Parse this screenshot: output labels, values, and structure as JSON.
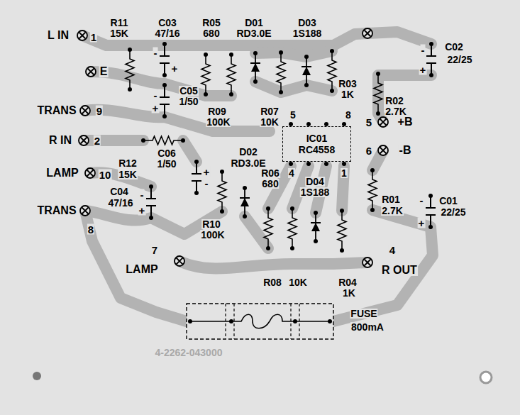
{
  "diagram": {
    "nodes": [
      {
        "text": [
          "IC01",
          "RC4558"
        ]
      }
    ],
    "labels": [
      "L IN",
      "1",
      "E",
      "TRANS",
      "9",
      "R IN",
      "2",
      "LAMP",
      "10",
      "TRANS",
      "8",
      "7",
      "LAMP",
      "4",
      "R OUT",
      "5",
      "+B",
      "6",
      "-B",
      "R11",
      "15K",
      "C03",
      "47/16",
      "R05",
      "680",
      "D01",
      "RD3.0E",
      "D03",
      "1S188",
      "C02",
      "22/25",
      "R03",
      "1K",
      "R02",
      "2.7K",
      "C05",
      "1/50",
      "R09",
      "100K",
      "R07",
      "10K",
      "5",
      "8",
      "R12",
      "15K",
      "C06",
      "1/50",
      "D02",
      "RD3.0E",
      "R06",
      "4",
      "680",
      "D04",
      "1S188",
      "1",
      "C04",
      "47/16",
      "R10",
      "100K",
      "R01",
      "2.7K",
      "C01",
      "22/25",
      "R08",
      "10K",
      "R04",
      "1K",
      "FUSE",
      "800mA",
      "4-2262-043000",
      "-",
      "+",
      "-",
      "+",
      "-",
      "+",
      "+",
      "-",
      "-",
      "+",
      "-",
      "+"
    ]
  }
}
